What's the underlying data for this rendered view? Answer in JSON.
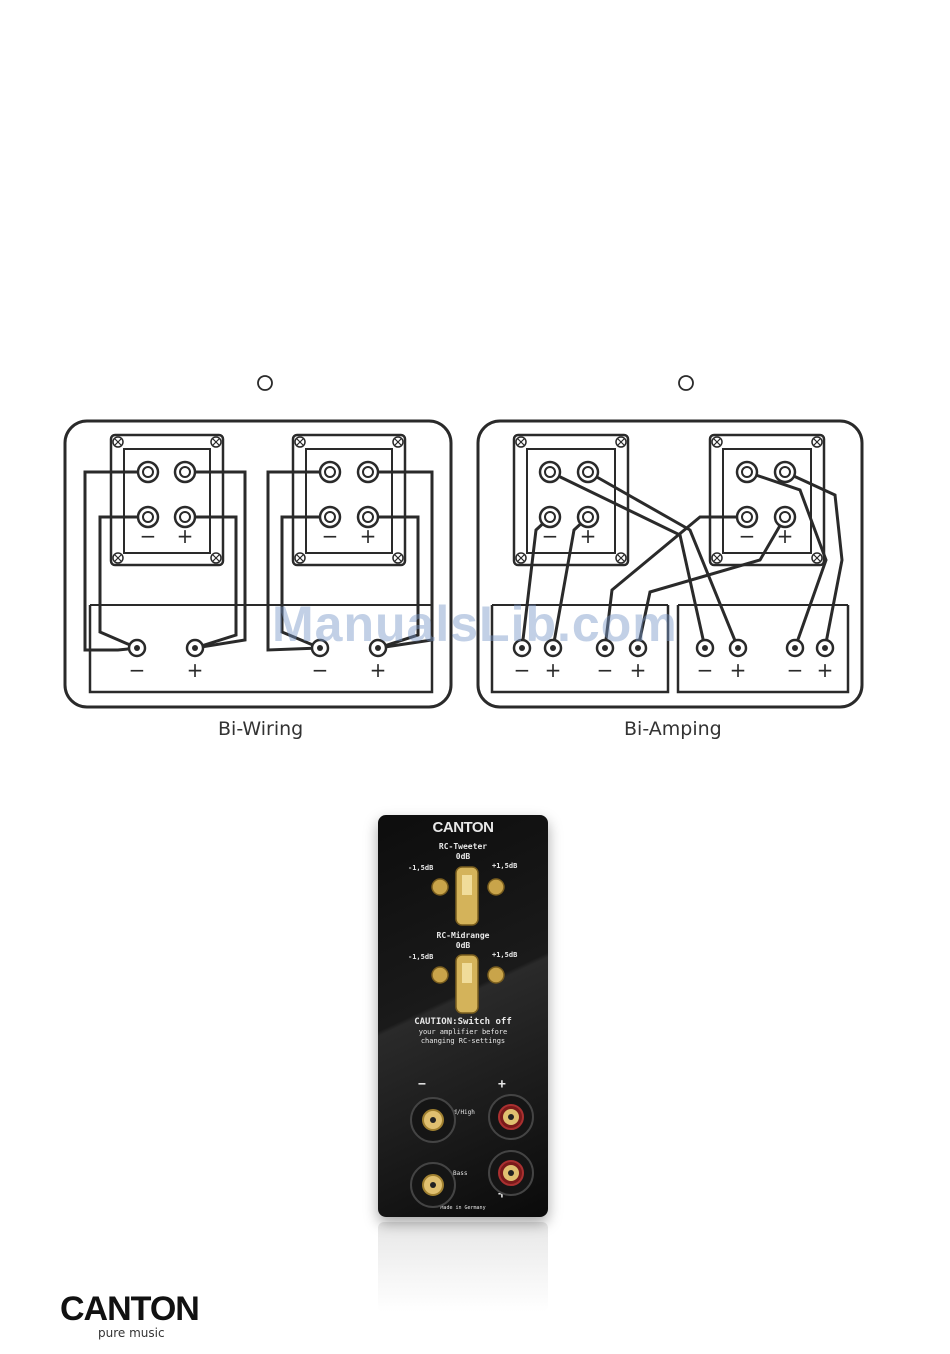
{
  "diagrams": {
    "bi_wiring": {
      "caption": "Bi-Wiring",
      "terminal_signs": [
        "−",
        "+",
        "−",
        "+"
      ],
      "amp_signs": [
        "−",
        "+",
        "−",
        "+"
      ]
    },
    "bi_amping": {
      "caption": "Bi-Amping",
      "terminal_signs": [
        "−",
        "+",
        "−",
        "+"
      ],
      "amp_signs": [
        "−",
        "+",
        "−",
        "+",
        "−",
        "+",
        "−",
        "+"
      ]
    }
  },
  "watermark": "ManualsLib.com",
  "terminal_panel": {
    "brand": "CANTON",
    "rc_tweeter": "RC-Tweeter",
    "rc_tweeter_value": "0dB",
    "rc_midrange": "RC-Midrange",
    "rc_midrange_value": "0dB",
    "minus_label": "-1,5dB",
    "plus_label": "+1,5dB",
    "caution_1": "CAUTION:Switch off",
    "caution_2": "your amplifier before",
    "caution_3": "changing RC-settings",
    "mid_high": "Mid/High",
    "bass": "Bass",
    "minus": "−",
    "plus": "+",
    "made_in": "Made in Germany"
  },
  "brand_logo": {
    "word": "CANTON",
    "tagline": "pure music"
  },
  "colors": {
    "line": "#2a2a2a",
    "panel": "#111111",
    "gold": "#c9a44a"
  }
}
